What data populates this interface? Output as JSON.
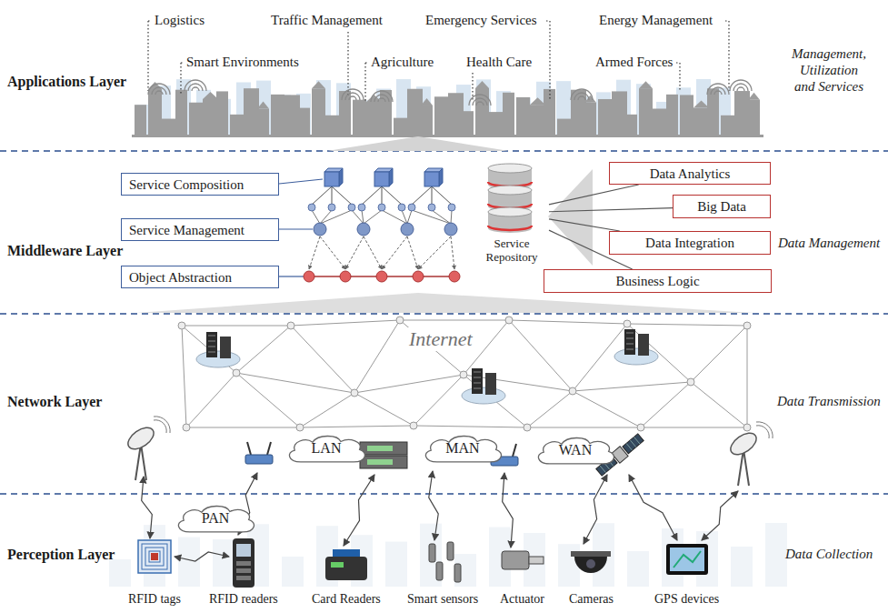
{
  "diagram": {
    "nodes": [
      {
        "text": [
          "Service Composition"
        ]
      },
      {
        "text": [
          "Service Management"
        ]
      },
      {
        "text": [
          "Object Abstraction"
        ]
      },
      {
        "text": [
          "Service Repository"
        ]
      },
      {
        "text": [
          "Data Analytics"
        ]
      },
      {
        "text": [
          "Big Data"
        ]
      },
      {
        "text": [
          "Data Integration"
        ]
      },
      {
        "text": [
          "Business Logic"
        ]
      },
      {
        "text": [
          "LAN"
        ]
      },
      {
        "text": [
          "MAN"
        ]
      },
      {
        "text": [
          "WAN"
        ]
      },
      {
        "text": [
          "PAN"
        ]
      }
    ],
    "edges": [
      {
        "from": 3,
        "to": 4,
        "arrow": "none"
      },
      {
        "from": 3,
        "to": 5,
        "arrow": "none"
      },
      {
        "from": 3,
        "to": 6,
        "arrow": "none"
      },
      {
        "from": 3,
        "to": 7,
        "arrow": "none"
      }
    ],
    "labels": [
      "Logistics",
      "Traffic Management",
      "Emergency Services",
      "Energy Management",
      "Smart Environments",
      "Agriculture",
      "Health Care",
      "Armed Forces",
      "Applications Layer",
      "Management, Utilization and Services",
      "Middleware Layer",
      "Data Management",
      "Internet",
      "Network Layer",
      "Data Transmission",
      "Perception Layer",
      "Data Collection",
      "RFID tags",
      "RFID readers",
      "Card Readers",
      "Smart sensors",
      "Actuator",
      "Cameras",
      "GPS devices"
    ]
  }
}
